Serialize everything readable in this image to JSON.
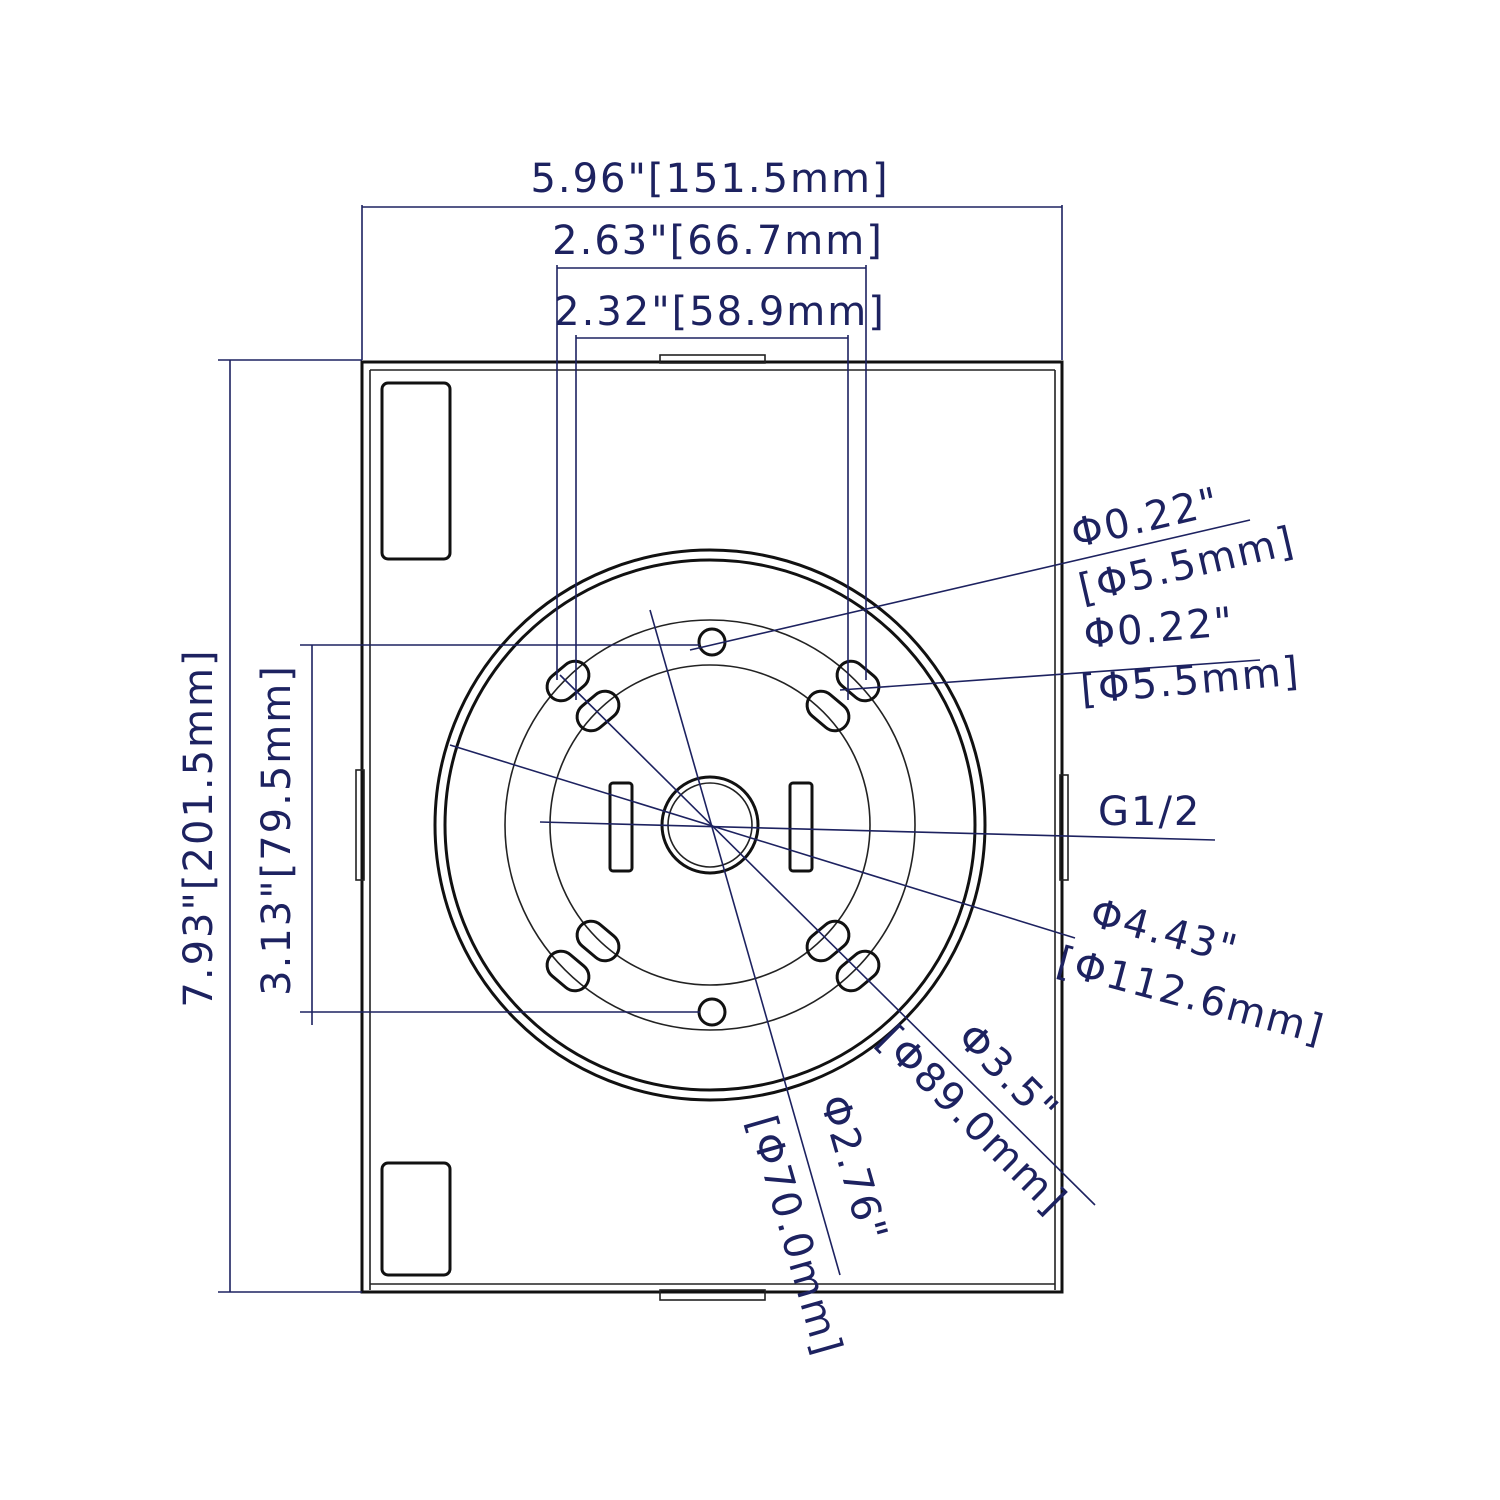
{
  "title": "Mounting box bottom view dimension drawing",
  "colors": {
    "dimension": "#1d2260",
    "outline": "#111111"
  },
  "dimensions": {
    "overall_width": "5.96\"[151.5mm]",
    "hole_spacing_outer": "2.63\"[66.7mm]",
    "hole_spacing_inner": "2.32\"[58.9mm]",
    "overall_height": "7.93\"[201.5mm]",
    "hole_spacing_vertical": "3.13\"[79.5mm]",
    "hole_dia_1_in": "Φ0.22\"",
    "hole_dia_1_mm": "[Φ5.5mm]",
    "hole_dia_2_in": "Φ0.22\"",
    "hole_dia_2_mm": "[Φ5.5mm]",
    "thread": "G1/2",
    "outer_dia_in": "Φ4.43\"",
    "outer_dia_mm": "[Φ112.6mm]",
    "pcd_large_in": "Φ3.5\"",
    "pcd_large_mm": "[Φ89.0mm]",
    "pcd_small_in": "Φ2.76\"",
    "pcd_small_mm": "[Φ70.0mm]"
  }
}
